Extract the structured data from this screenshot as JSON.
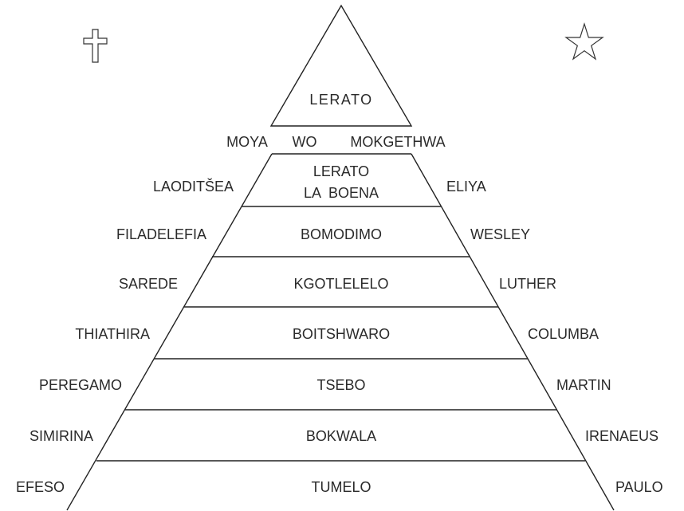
{
  "apex": {
    "label": "LERATO",
    "band_words": [
      "MOYA",
      "WO",
      "MOKGETHWA"
    ]
  },
  "levels": [
    {
      "center_lines": [
        "LERATO",
        "LA  BOENA"
      ],
      "left": "LAODITŠEA",
      "right": "ELIYA"
    },
    {
      "center_lines": [
        "BOMODIMO"
      ],
      "left": "FILADELEFIA",
      "right": "WESLEY"
    },
    {
      "center_lines": [
        "KGOTLELELO"
      ],
      "left": "SAREDE",
      "right": "LUTHER"
    },
    {
      "center_lines": [
        "BOITSHWARO"
      ],
      "left": "THIATHIRA",
      "right": "COLUMBA"
    },
    {
      "center_lines": [
        "TSEBO"
      ],
      "left": "PEREGAMO",
      "right": "MARTIN"
    },
    {
      "center_lines": [
        "BOKWALA"
      ],
      "left": "SIMIRINA",
      "right": "IRENAEUS"
    },
    {
      "center_lines": [
        "TUMELO"
      ],
      "left": "EFESO",
      "right": "PAULO"
    }
  ],
  "icons": {
    "top_left": "cross-icon",
    "top_right": "star-icon"
  }
}
